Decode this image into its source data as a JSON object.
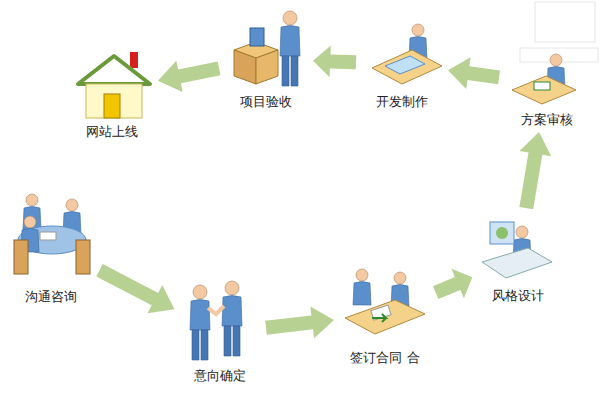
{
  "diagram": {
    "nodes": [
      {
        "text": [
          "沟通咨询"
        ]
      },
      {
        "text": [
          "意向确定"
        ]
      },
      {
        "text": [
          "签订合同 合"
        ]
      },
      {
        "text": [
          "风格设计"
        ]
      },
      {
        "text": [
          "方案审核"
        ]
      },
      {
        "text": [
          "开发制作"
        ]
      },
      {
        "text": [
          "项目验收"
        ]
      },
      {
        "text": [
          "网站上线"
        ]
      }
    ],
    "edges": [
      {
        "from": 0,
        "to": 1,
        "arrow": "to"
      },
      {
        "from": 1,
        "to": 2,
        "arrow": "to"
      },
      {
        "from": 2,
        "to": 3,
        "arrow": "to"
      },
      {
        "from": 3,
        "to": 4,
        "arrow": "to"
      },
      {
        "from": 4,
        "to": 5,
        "arrow": "to"
      },
      {
        "from": 5,
        "to": 6,
        "arrow": "to"
      },
      {
        "from": 6,
        "to": 7,
        "arrow": "to"
      }
    ]
  }
}
